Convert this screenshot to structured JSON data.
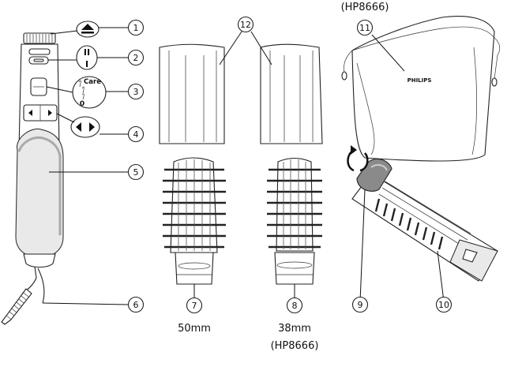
{
  "callouts": [
    "1",
    "2",
    "3",
    "4",
    "5",
    "6",
    "7",
    "8",
    "9",
    "10",
    "11",
    "12"
  ],
  "captions": {
    "size_50": "50mm",
    "size_38": "38mm",
    "model_bottom": "(HP8666)",
    "model_top": "(HP8666)"
  },
  "labels": {
    "brand": "PHILIPS",
    "care": "Care",
    "switch_2": "II",
    "switch_1": "I",
    "switch_0": "0"
  },
  "icons": [
    "release-arrow-icon",
    "switch-positions-icon",
    "care-setting-icon",
    "rotation-arrows-icon",
    "rotation-circle-icon"
  ],
  "colors": {
    "ink": "#111111",
    "grey": "#9a9a9a",
    "light_grey": "#e9e9e9"
  }
}
